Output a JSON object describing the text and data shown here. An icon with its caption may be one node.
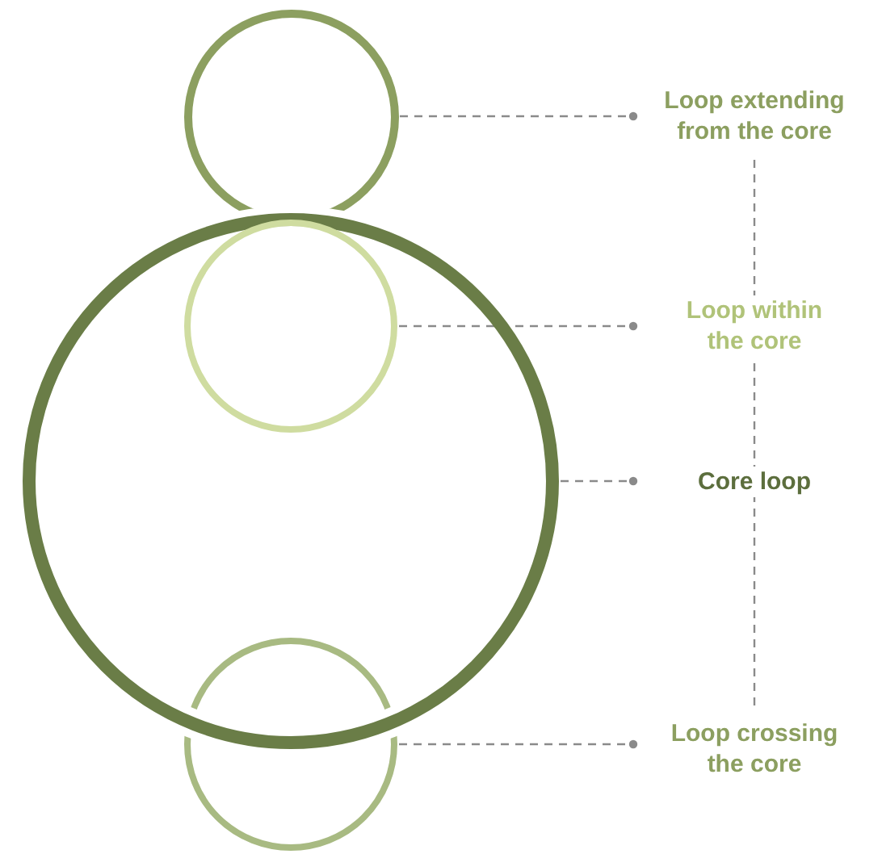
{
  "diagram": {
    "nodes": [
      {
        "text": [],
        "shape": "circle"
      },
      {
        "text": [],
        "shape": "circle"
      },
      {
        "text": [],
        "shape": "circle",
        "in": 1
      },
      {
        "text": [],
        "shape": "circle"
      },
      {
        "text": [
          "Loop extending from the core"
        ]
      },
      {
        "text": [
          "Loop within the core"
        ]
      },
      {
        "text": [
          "Core loop"
        ]
      },
      {
        "text": [
          "Loop crossing the core"
        ]
      }
    ],
    "edges": [
      {
        "from": 0,
        "to": 4,
        "arrow": "other",
        "style": "dashed"
      },
      {
        "from": 2,
        "to": 5,
        "arrow": "other",
        "style": "dashed"
      },
      {
        "from": 1,
        "to": 6,
        "arrow": "other",
        "style": "dashed"
      },
      {
        "from": 3,
        "to": 7,
        "arrow": "other",
        "style": "dashed"
      },
      {
        "from": 4,
        "to": 7,
        "arrow": "none",
        "style": "dashed"
      }
    ]
  }
}
